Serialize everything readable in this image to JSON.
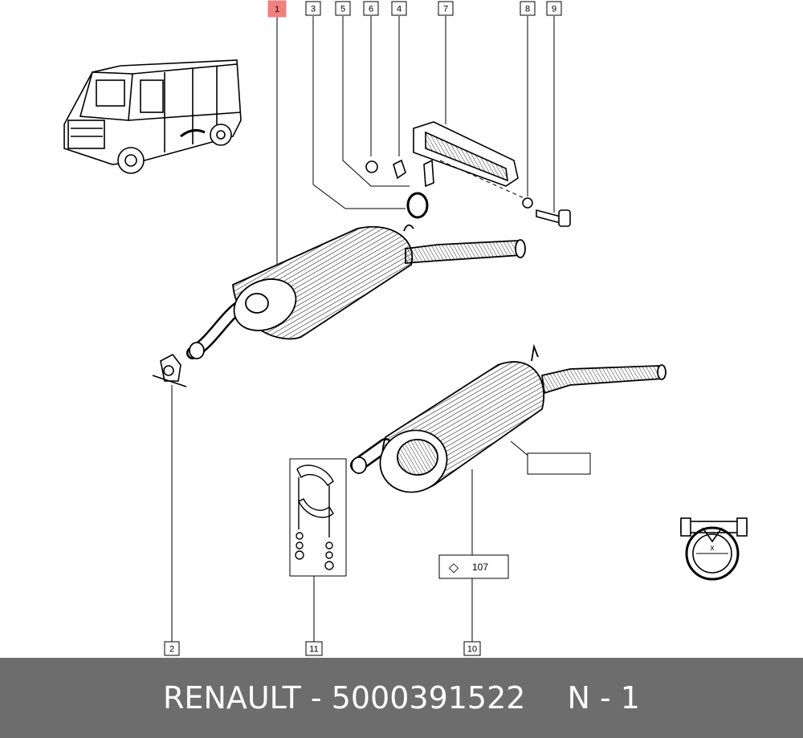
{
  "callouts": [
    {
      "id": "c1",
      "label": "1",
      "highlighted": true
    },
    {
      "id": "c3",
      "label": "3"
    },
    {
      "id": "c5",
      "label": "5"
    },
    {
      "id": "c6",
      "label": "6"
    },
    {
      "id": "c4",
      "label": "4"
    },
    {
      "id": "c7",
      "label": "7"
    },
    {
      "id": "c8",
      "label": "8"
    },
    {
      "id": "c9",
      "label": "9"
    },
    {
      "id": "c2",
      "label": "2"
    },
    {
      "id": "c11",
      "label": "11"
    },
    {
      "id": "c10",
      "label": "10"
    }
  ],
  "reference_box": {
    "symbol": "◇",
    "value": "107"
  },
  "clamp_detail_label": "x",
  "footer": {
    "brand_part": "RENAULT - 5000391522",
    "page": "N - 1"
  },
  "colors": {
    "highlight": "#f08080",
    "footer_bg": "#6d6d6d",
    "footer_text": "#ffffff",
    "line": "#000000"
  }
}
